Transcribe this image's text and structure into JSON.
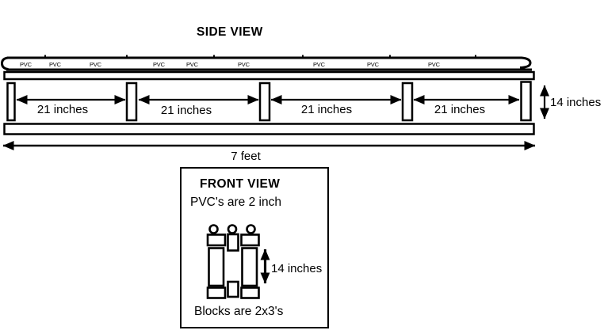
{
  "colors": {
    "ink": "#000000",
    "paper": "#ffffff"
  },
  "side_view": {
    "title": "SIDE VIEW",
    "pipe_labels": [
      "PVC",
      "PVC",
      "PVC",
      "PVC",
      "PVC",
      "PVC",
      "PVC",
      "PVC",
      "PVC"
    ],
    "spacing_labels": [
      "21 inches",
      "21 inches",
      "21 inches",
      "21 inches"
    ],
    "height_label": "14 inches",
    "total_length_label": "7 feet"
  },
  "front_view": {
    "title": "FRONT VIEW",
    "pvc_note": "PVC's are 2 inch",
    "height_label": "14 inches",
    "blocks_note": "Blocks are 2x3's"
  }
}
